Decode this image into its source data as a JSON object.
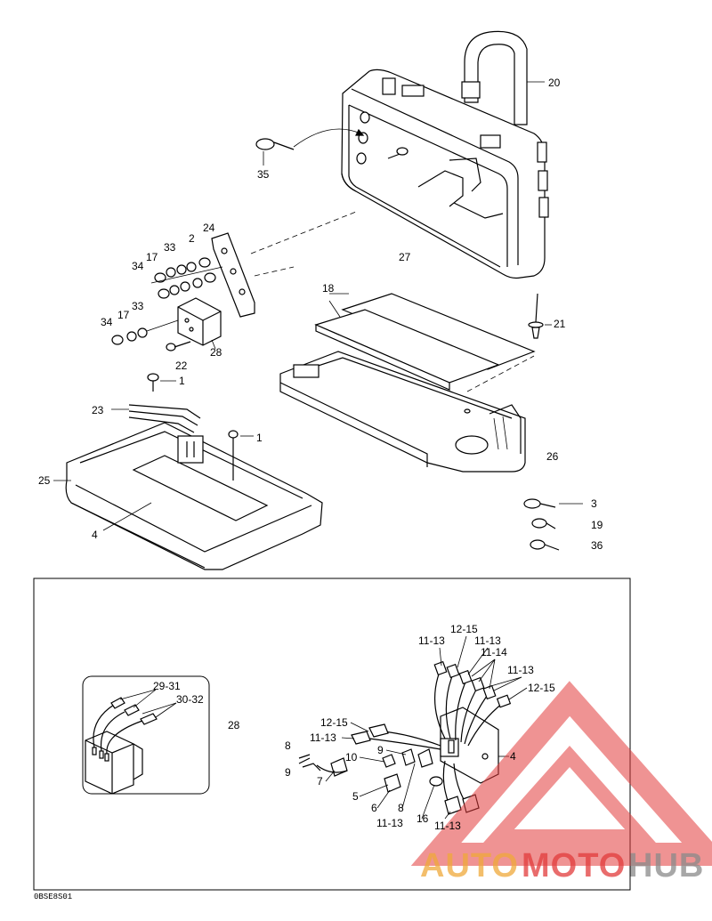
{
  "diagram": {
    "drawing_code": "0BSE8S01",
    "labels": {
      "l20": "20",
      "l35": "35",
      "l27": "27",
      "l24": "24",
      "l2": "2",
      "l33a": "33",
      "l17a": "17",
      "l34a": "34",
      "l34b": "34",
      "l17b": "17",
      "l33b": "33",
      "l28a": "28",
      "l22": "22",
      "l18": "18",
      "l21": "21",
      "l1a": "1",
      "l23": "23",
      "l1b": "1",
      "l25": "25",
      "l4a": "4",
      "l26": "26",
      "l3": "3",
      "l19": "19",
      "l36": "36",
      "l28b": "28",
      "l2931": "29-31",
      "l3032": "30-32",
      "l1113a": "11-13",
      "l1215a": "12-15",
      "l1113b": "11-13",
      "l1114": "11-14",
      "l1113c": "11-13",
      "l1215b": "12-15",
      "l1215c": "12-15",
      "l1113d": "11-13",
      "l8a": "8",
      "l9a": "9",
      "l9b": "9",
      "l10": "10",
      "l7": "7",
      "l5": "5",
      "l6": "6",
      "l8b": "8",
      "l1113e": "11-13",
      "l16": "16",
      "l1113f": "11-13",
      "l4b": "4"
    }
  },
  "watermark": {
    "text_auto": "AUTO",
    "text_moto": "MOTO",
    "text_hub": "HUB",
    "color_red": "#e23b3b",
    "color_orange": "#f0a93a",
    "color_gray": "#8a8a8a"
  }
}
